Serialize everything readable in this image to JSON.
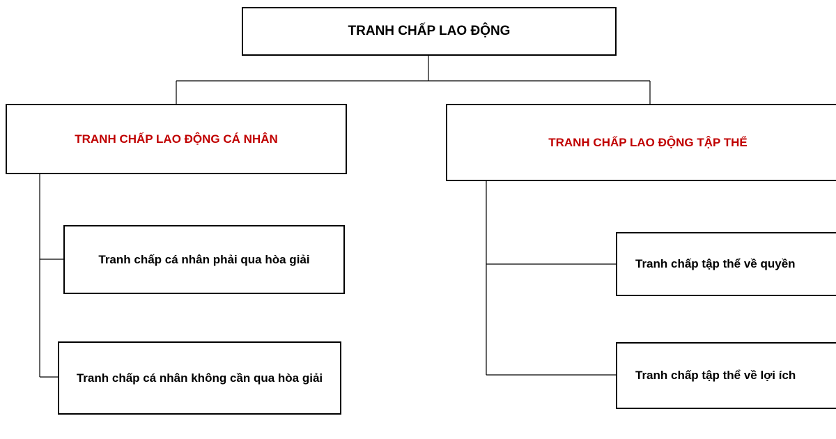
{
  "diagram": {
    "root": {
      "label": "TRANH CHẤP LAO ĐỘNG"
    },
    "categories": [
      {
        "label": "TRANH CHẤP LAO ĐỘNG CÁ NHÂN",
        "children": [
          {
            "label": "Tranh chấp cá nhân phải qua hòa giải"
          },
          {
            "label": "Tranh chấp cá nhân không cần qua hòa giải"
          }
        ]
      },
      {
        "label": "TRANH CHẤP LAO ĐỘNG TẬP THỂ",
        "children": [
          {
            "label": "Tranh chấp tập thể về quyền"
          },
          {
            "label": "Tranh chấp tập thể về lợi ích"
          }
        ]
      }
    ]
  },
  "colors": {
    "category_text": "#c00000",
    "box_border": "#000000",
    "connector": "#000000",
    "background": "#ffffff"
  }
}
